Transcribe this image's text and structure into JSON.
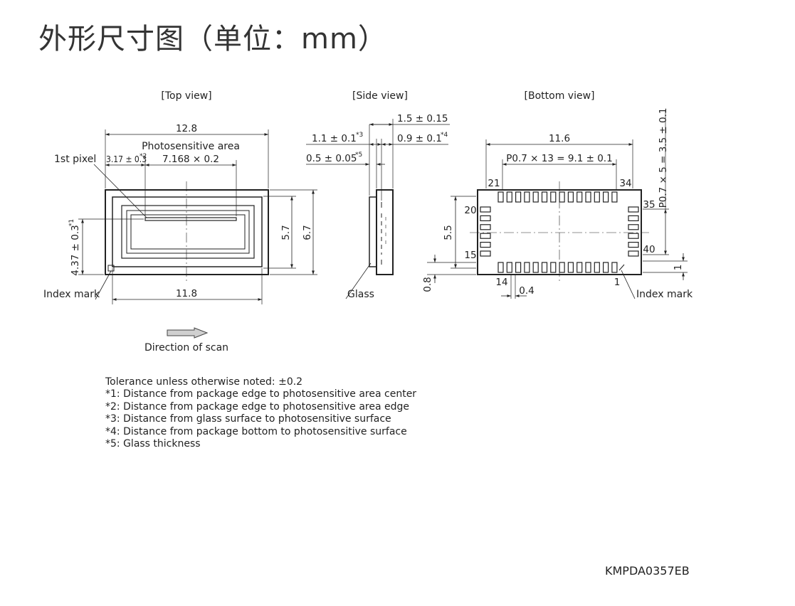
{
  "title": "外形尺寸图（单位：mm）",
  "views": {
    "top": "[Top view]",
    "side": "[Side view]",
    "bottom": "[Bottom view]"
  },
  "top_view": {
    "width_package": "12.8",
    "photosensitive_area_label": "Photosensitive area",
    "first_pixel_label": "1st pixel",
    "edge_offset": "3.17 ± 0.3",
    "edge_offset_note": "*2",
    "area_size": "7.168 × 0.2",
    "height_inner": "5.7",
    "height_package": "6.7",
    "center_offset": "4.37 ± 0.3",
    "center_offset_note": "*1",
    "width_inner": "11.8",
    "index_mark_label": "Index mark"
  },
  "side_view": {
    "dim_a": "1.5 ± 0.15",
    "dim_b": "1.1 ± 0.1",
    "dim_b_note": "*3",
    "dim_c": "0.9 ± 0.1",
    "dim_c_note": "*4",
    "dim_d": "0.5 ± 0.05",
    "dim_d_note": "*5",
    "glass_label": "Glass"
  },
  "bottom_view": {
    "width": "11.6",
    "pitch_horizontal": "P0.7 × 13 = 9.1 ± 0.1",
    "pitch_vertical": "P0.7 × 5 = 3.5 ± 0.1",
    "height": "5.5",
    "pad_offset": "0.8",
    "pad_width": "0.4",
    "pad_length": "1",
    "pins": {
      "p1": "1",
      "p14": "14",
      "p15": "15",
      "p20": "20",
      "p21": "21",
      "p34": "34",
      "p35": "35",
      "p40": "40"
    },
    "index_mark_label": "Index mark"
  },
  "scan_direction_label": "Direction of scan",
  "notes": [
    "Tolerance unless otherwise noted: ±0.2",
    "*1: Distance from package edge to photosensitive area center",
    "*2: Distance from package edge to photosensitive area edge",
    "*3: Distance from glass surface to photosensitive surface",
    "*4: Distance from package bottom to photosensitive surface",
    "*5: Glass thickness"
  ],
  "doc_code": "KMPDA0357EB"
}
